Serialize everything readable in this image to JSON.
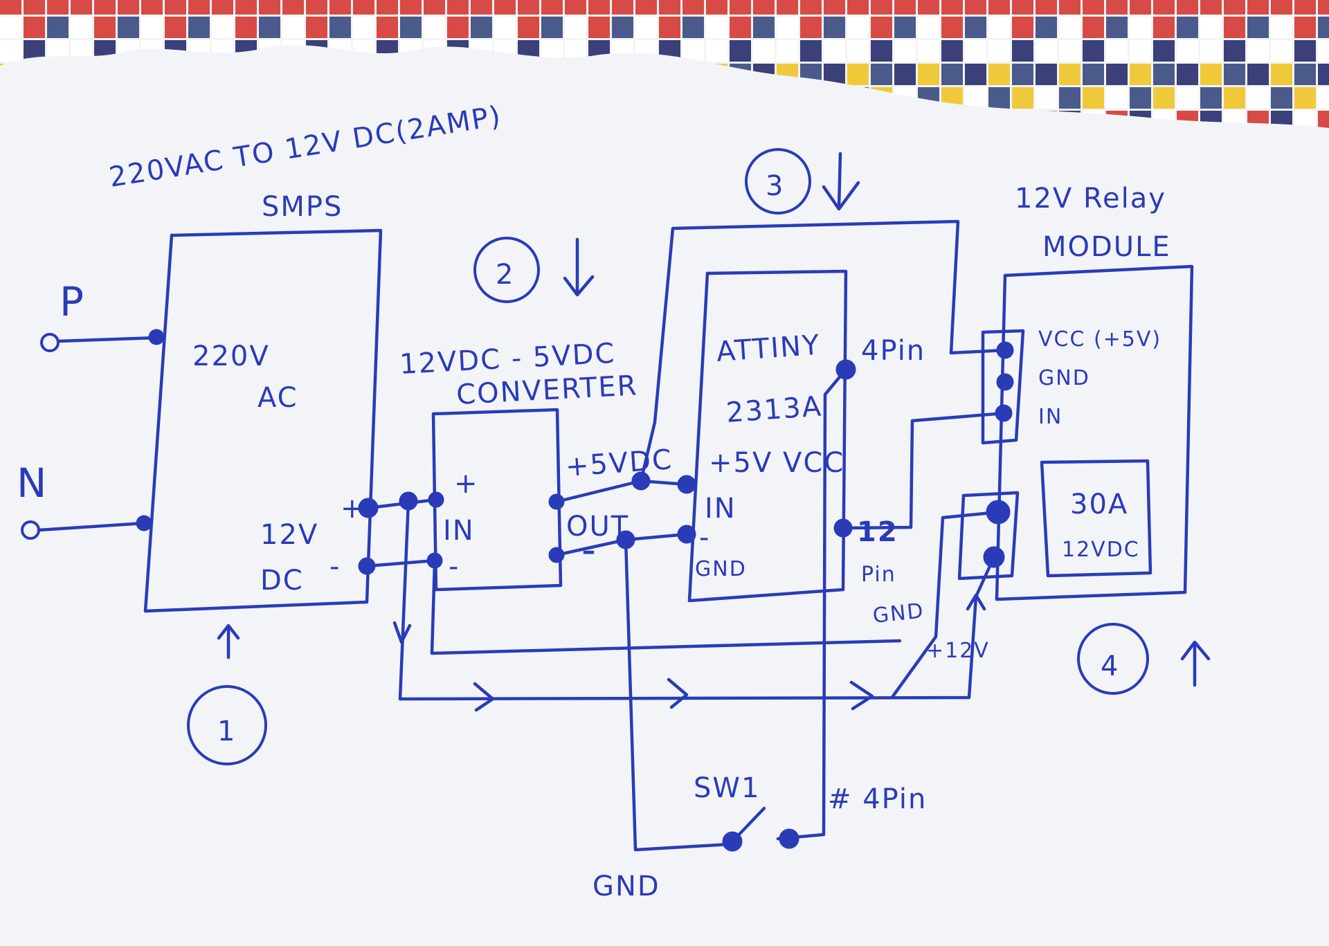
{
  "diagram": {
    "title": "220VAC TO 12V DC(2AMP)",
    "smps": {
      "name": "SMPS",
      "input_line1": "220V",
      "input_line2": "AC",
      "output_line1": "12V",
      "output_line2": "DC",
      "plus": "+",
      "minus": "-",
      "mark": "1"
    },
    "mains": {
      "p": "P",
      "n": "N"
    },
    "converter": {
      "name_line1": "12VDC - 5VDC",
      "name_line2": "CONVERTER",
      "in_label": "IN",
      "out_label": "OUT",
      "plus": "+",
      "minus": "-",
      "mark": "2"
    },
    "rail_5v": "+5VDC",
    "attiny": {
      "name_line1": "ATTINY",
      "name_line2": "2313A",
      "vcc": "+5V VCC",
      "in_label": "IN",
      "minus": "-",
      "gnd": "GND",
      "pin4": "4Pin",
      "pin12": "12",
      "pin12_suffix": "Pin",
      "mark": "3"
    },
    "relay": {
      "name_line1": "12V Relay",
      "name_line2": "MODULE",
      "vcc": "VCC (+5V)",
      "gnd": "GND",
      "in_label": "IN",
      "rating_line1": "30A",
      "rating_line2": "12VDC",
      "gnd_wire": "GND",
      "v12_wire": "+12V",
      "mark": "4"
    },
    "switch": {
      "name": "SW1",
      "pin": "# 4Pin",
      "gnd": "GND"
    },
    "colors": {
      "ink": "#2a3bb8",
      "paper": "#f3f4f8"
    }
  }
}
